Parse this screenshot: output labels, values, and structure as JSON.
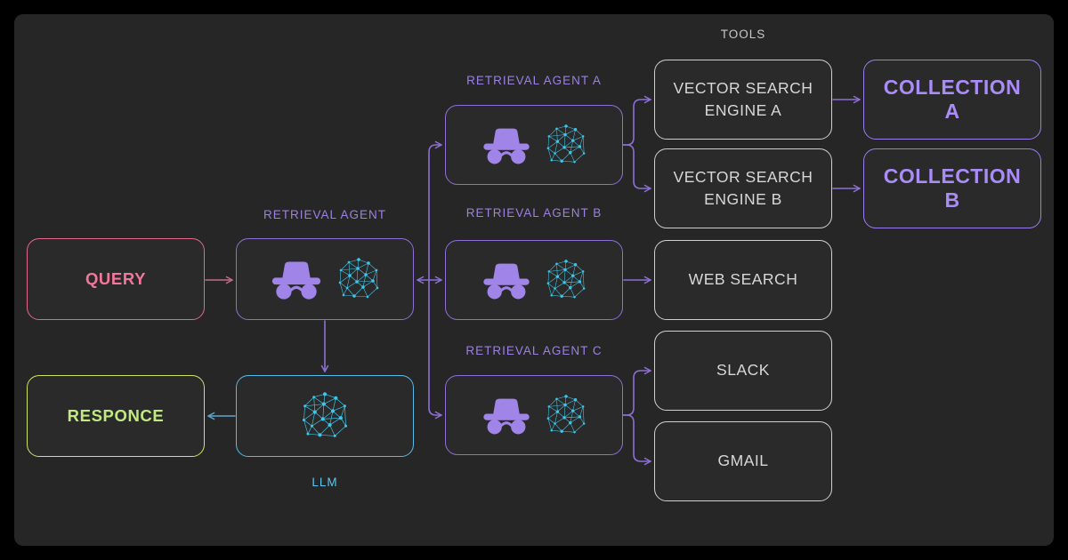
{
  "canvas": {
    "background": "#000000",
    "panel_color": "#262626",
    "accent_colors": {
      "purple": "#8e6fd6",
      "purple_text": "#aa8cf7",
      "pink": "#e2698c",
      "lime": "#cfe56a",
      "cyan": "#57bbe9",
      "gray": "#d0d0d0"
    }
  },
  "labels": {
    "tools": "TOOLS",
    "retrieval_agent": "RETRIEVAL AGENT",
    "retrieval_agent_a": "RETRIEVAL AGENT A",
    "retrieval_agent_b": "RETRIEVAL AGENT B",
    "retrieval_agent_c": "RETRIEVAL AGENT C",
    "llm": "LLM"
  },
  "nodes": {
    "query": {
      "label": "QUERY",
      "accent": "#f2779b"
    },
    "responce": {
      "label": "RESPONCE",
      "accent": "#c0ea80"
    },
    "retrieval_agent": {
      "icons": [
        "incognito-icon",
        "network-icon"
      ]
    },
    "llm": {
      "icons": [
        "network-icon"
      ]
    },
    "retrieval_agent_a": {
      "icons": [
        "incognito-icon",
        "network-icon"
      ]
    },
    "retrieval_agent_b": {
      "icons": [
        "incognito-icon",
        "network-icon"
      ]
    },
    "retrieval_agent_c": {
      "icons": [
        "incognito-icon",
        "network-icon"
      ]
    },
    "vector_search_engine_a": {
      "label": "VECTOR SEARCH ENGINE A"
    },
    "vector_search_engine_b": {
      "label": "VECTOR SEARCH ENGINE B"
    },
    "web_search": {
      "label": "WEB SEARCH"
    },
    "slack": {
      "label": "SLACK"
    },
    "gmail": {
      "label": "GMAIL"
    },
    "collection_a": {
      "label": "COLLECTION A"
    },
    "collection_b": {
      "label": "COLLECTION B"
    }
  },
  "edges": [
    {
      "from": "QUERY",
      "to": "RETRIEVAL AGENT",
      "direction": "one-way",
      "color": "#c26a8e"
    },
    {
      "from": "RETRIEVAL AGENT",
      "to": "RETRIEVAL AGENT A",
      "direction": "one-way",
      "color": "#8e6fd6"
    },
    {
      "from": "RETRIEVAL AGENT",
      "to": "RETRIEVAL AGENT B",
      "direction": "two-way",
      "color": "#8e6fd6"
    },
    {
      "from": "RETRIEVAL AGENT",
      "to": "RETRIEVAL AGENT C",
      "direction": "one-way",
      "color": "#8e6fd6"
    },
    {
      "from": "RETRIEVAL AGENT A",
      "to": "VECTOR SEARCH ENGINE A",
      "direction": "one-way",
      "color": "#8e6fd6"
    },
    {
      "from": "RETRIEVAL AGENT A",
      "to": "VECTOR SEARCH ENGINE B",
      "direction": "one-way",
      "color": "#8e6fd6"
    },
    {
      "from": "RETRIEVAL AGENT B",
      "to": "WEB SEARCH",
      "direction": "one-way",
      "color": "#8e6fd6"
    },
    {
      "from": "RETRIEVAL AGENT C",
      "to": "SLACK",
      "direction": "one-way",
      "color": "#8e6fd6"
    },
    {
      "from": "RETRIEVAL AGENT C",
      "to": "GMAIL",
      "direction": "one-way",
      "color": "#8e6fd6"
    },
    {
      "from": "VECTOR SEARCH ENGINE A",
      "to": "COLLECTION A",
      "direction": "one-way",
      "color": "#8e6fd6"
    },
    {
      "from": "VECTOR SEARCH ENGINE B",
      "to": "COLLECTION B",
      "direction": "one-way",
      "color": "#8e6fd6"
    },
    {
      "from": "RETRIEVAL AGENT",
      "to": "LLM",
      "direction": "one-way",
      "color": "#8e6fd6"
    },
    {
      "from": "LLM",
      "to": "RESPONCE",
      "direction": "one-way",
      "color": "#5ba6cd"
    }
  ]
}
